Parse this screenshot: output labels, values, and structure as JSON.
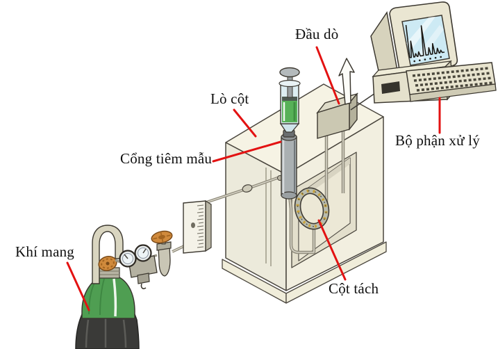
{
  "diagram": {
    "type": "gas-chromatography-schematic",
    "labels": {
      "carrier_gas": "Khí mang",
      "column_oven": "Lò cột",
      "injection_port": "Cổng tiêm mẫu",
      "detector": "Đầu dò",
      "processor": "Bộ phận xử lý",
      "separation_column": "Cột tách"
    },
    "icons": {
      "exhaust_arrow": "up-arrow-outline",
      "signal_arrow": "black-arrowhead-into-computer"
    },
    "colors": {
      "leader_line": "#e31212",
      "label_text": "#101010",
      "cylinder_green": "#4f9e52",
      "cylinder_body_black": "#3a3a38",
      "valve_knob_orange": "#d08a3c",
      "cabinet_cream": "#f6f3e4",
      "screen_blue": "#cdeaf4",
      "syringe_liquid_green": "#57b157"
    },
    "monitor_screen": {
      "type": "chromatogram",
      "peaks": [
        {
          "t": 0.08,
          "h": 0.52
        },
        {
          "t": 0.18,
          "h": 0.1
        },
        {
          "t": 0.27,
          "h": 0.14
        },
        {
          "t": 0.43,
          "h": 0.95
        },
        {
          "t": 0.57,
          "h": 0.22
        },
        {
          "t": 0.69,
          "h": 0.33
        },
        {
          "t": 0.81,
          "h": 0.16
        },
        {
          "t": 0.9,
          "h": 0.08
        }
      ],
      "baseline_dots": 6
    }
  }
}
